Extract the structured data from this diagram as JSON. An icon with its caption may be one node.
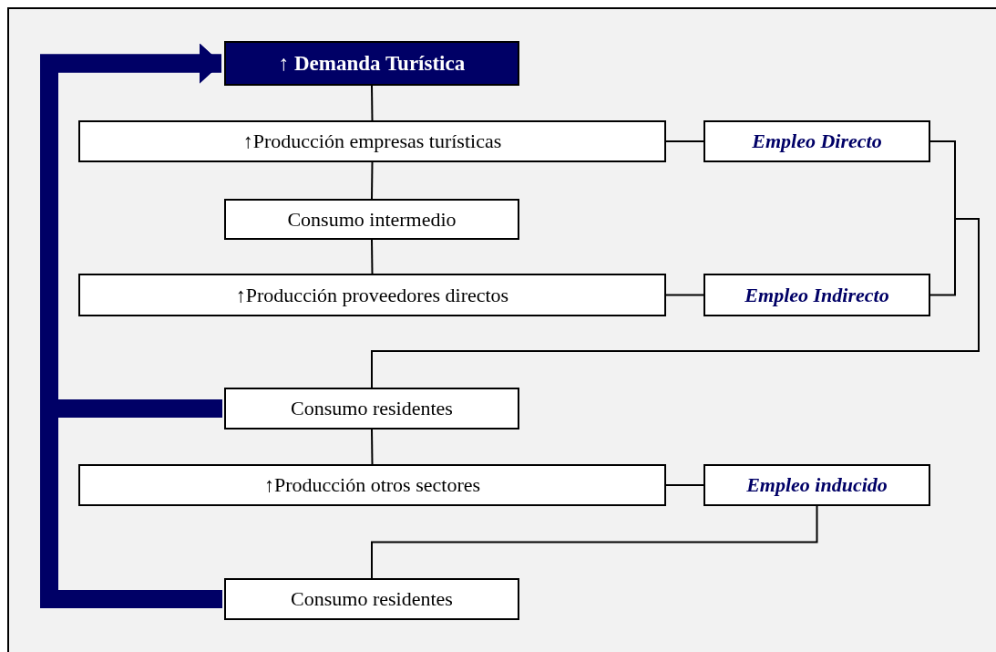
{
  "diagram": {
    "nodes": [
      {
        "text": [
          "↑ Demanda Turística"
        ]
      },
      {
        "text": [
          "↑Producción empresas turísticas"
        ]
      },
      {
        "text": [
          "Consumo intermedio"
        ]
      },
      {
        "text": [
          "↑Producción proveedores directos"
        ]
      },
      {
        "text": [
          "Empleo Directo"
        ]
      },
      {
        "text": [
          "Empleo Indirecto"
        ]
      },
      {
        "text": [
          "Consumo residentes"
        ]
      },
      {
        "text": [
          "↑Producción otros sectores"
        ]
      },
      {
        "text": [
          "Empleo inducido"
        ]
      },
      {
        "text": [
          "Consumo residentes"
        ]
      }
    ],
    "edges": [
      {
        "from": 0,
        "to": 1,
        "arrow": "none"
      },
      {
        "from": 1,
        "to": 2,
        "arrow": "none"
      },
      {
        "from": 2,
        "to": 3,
        "arrow": "none"
      },
      {
        "from": 1,
        "to": 4,
        "arrow": "none"
      },
      {
        "from": 3,
        "to": 5,
        "arrow": "none"
      },
      {
        "from": 4,
        "to": 6,
        "arrow": "none"
      },
      {
        "from": 5,
        "to": 6,
        "arrow": "none"
      },
      {
        "from": 6,
        "to": 7,
        "arrow": "none"
      },
      {
        "from": 7,
        "to": 8,
        "arrow": "none"
      },
      {
        "from": 8,
        "to": 9,
        "arrow": "none"
      },
      {
        "from": 6,
        "to": 0,
        "arrow": "to",
        "style": "thick",
        "color": "#000066"
      },
      {
        "from": 9,
        "to": 0,
        "arrow": "to",
        "style": "thick",
        "color": "#000066"
      }
    ]
  }
}
